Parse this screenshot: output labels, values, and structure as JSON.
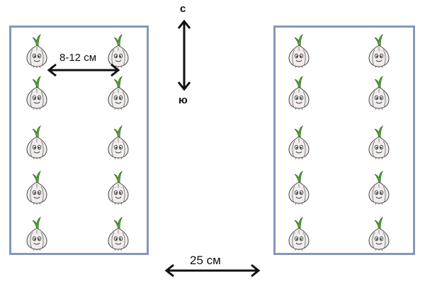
{
  "labels": {
    "north": "с",
    "south": "ю",
    "row_spacing": "8-12 см",
    "bed_gap": "25 см"
  },
  "beds": [
    {
      "rows": 5,
      "columns": 2
    },
    {
      "rows": 5,
      "columns": 2
    }
  ],
  "colors": {
    "bed_border": "#8597b7",
    "arrow": "#111111",
    "garlic_bulb": "#f2ecec",
    "garlic_sprout": "#5da83a"
  },
  "icons": {
    "plant": "garlic-bulb-icon",
    "direction": "double-arrow-icon"
  }
}
